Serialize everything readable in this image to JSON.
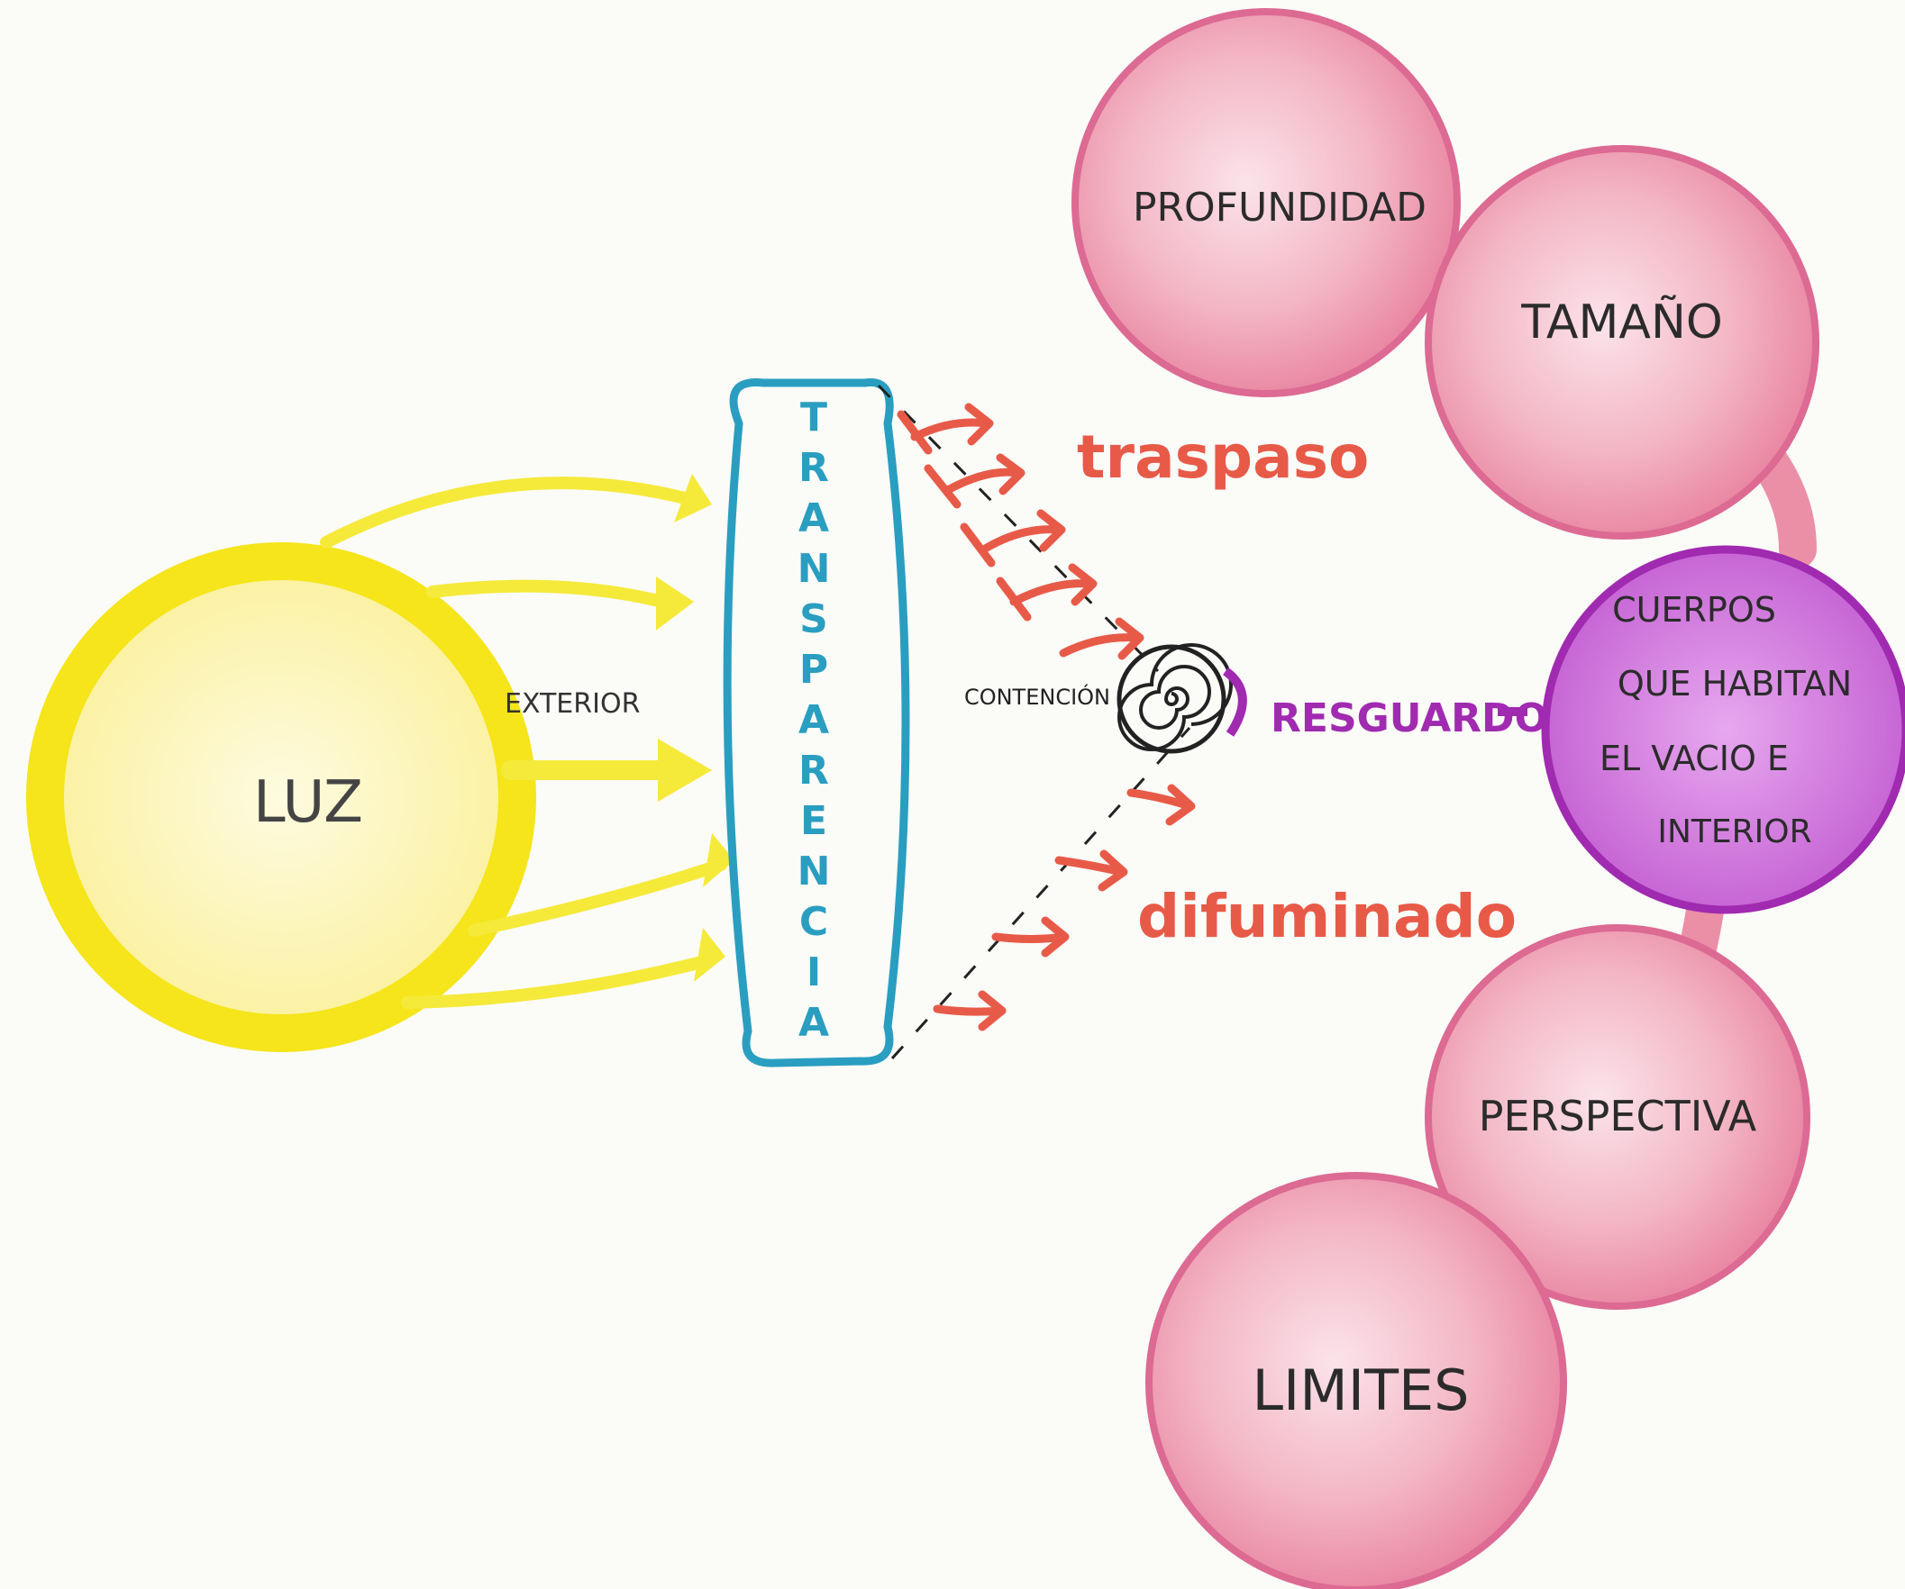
{
  "colors": {
    "paper": "#fbfbf8",
    "sun_outline": "#f5e51a",
    "sun_fill": "#fdf6b5",
    "lens_outline": "#2a9ec0",
    "red_marker": "#e85a48",
    "purple_marker": "#a02ab0",
    "pink_circle": "#ec93a8",
    "pink_circle_edge": "#dc6a92",
    "connector": "#eb8fa6",
    "ink": "#2b2b2b"
  },
  "nodes": {
    "luz": "LUZ",
    "exterior": "EXTERIOR",
    "transparencia": "TRANSPARENCIA",
    "traspaso": "traspaso",
    "difuminado": "difuminado",
    "contencion": "CONTENCIÓN",
    "resguardo": "RESGUARDO",
    "cuerpos": [
      "CUERPOS",
      "QUE HABITAN",
      "EL VACIO E",
      "INTERIOR"
    ],
    "profundidad": "PROFUNDIDAD",
    "tamano": "TAMAÑO",
    "perspectiva": "PERSPECTIVA",
    "limites": "LIMITES"
  },
  "icons": {
    "contencion": "spiral-icon"
  }
}
